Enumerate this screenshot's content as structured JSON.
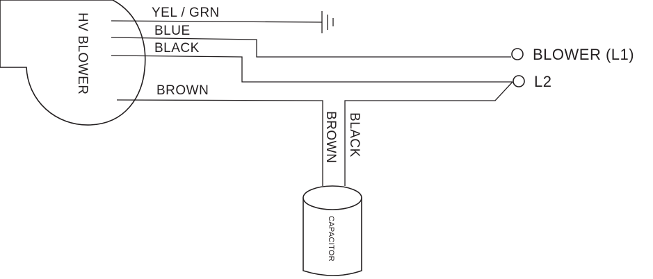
{
  "blower": {
    "label": "HV BLOWER"
  },
  "wires": {
    "yel_grn": "YEL / GRN",
    "blue": "BLUE",
    "black_top": "BLACK",
    "brown_top": "BROWN",
    "brown_vertical": "BROWN",
    "black_vertical": "BLACK"
  },
  "terminals": {
    "blower_l1": "BLOWER (L1)",
    "l2": "L2"
  },
  "capacitor": {
    "label": "CAPACITOR"
  },
  "colors": {
    "ink": "#231f20",
    "background": "#ffffff"
  }
}
